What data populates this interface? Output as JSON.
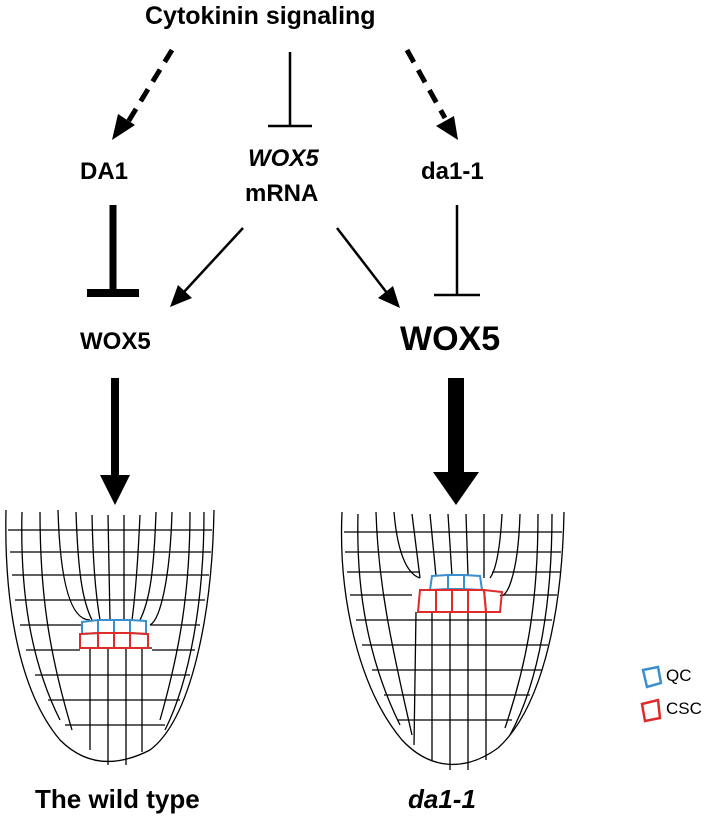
{
  "top": {
    "title": "Cytokinin signaling"
  },
  "nodes": {
    "da1": "DA1",
    "wox5_mrna_gene": "WOX5",
    "wox5_mrna_suffix": "mRNA",
    "da1_1": "da1-1",
    "wox5_left": "WOX5",
    "wox5_right": "WOX5"
  },
  "captions": {
    "left": "The wild type",
    "right": "da1-1"
  },
  "legend": {
    "qc": {
      "label": "QC",
      "color": "#3a8fd0"
    },
    "csc": {
      "label": "CSC",
      "color": "#e02b2b"
    }
  }
}
